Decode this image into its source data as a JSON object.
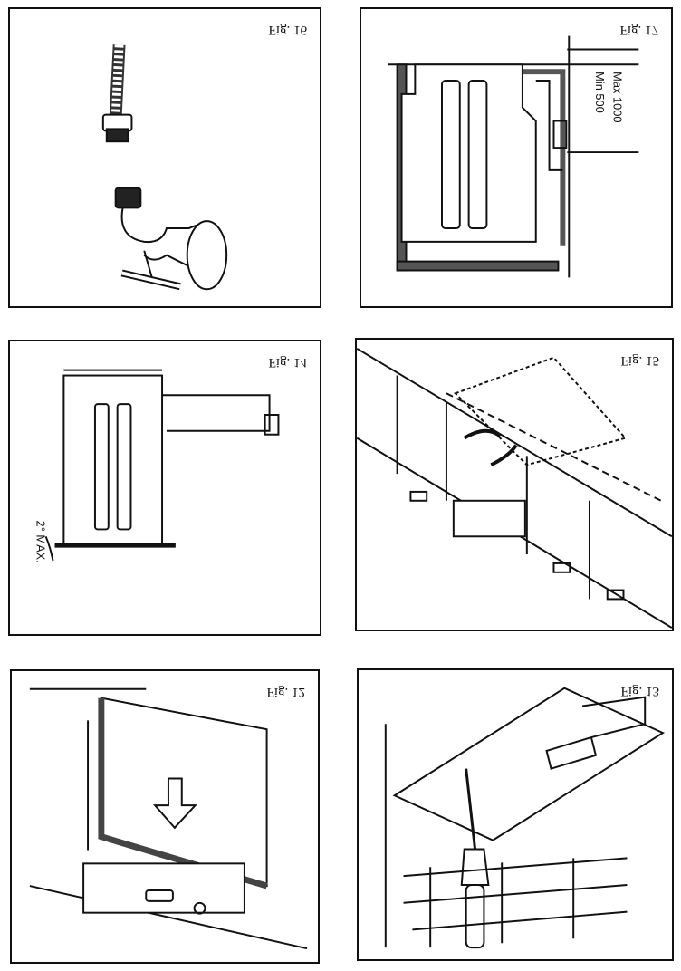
{
  "figures": [
    {
      "caption": "Fig. 16"
    },
    {
      "caption": "Fig. 17",
      "labels": [
        "Min 500",
        "Max 1000"
      ]
    },
    {
      "caption": "Fig. 14",
      "labels": [
        "2° MAX."
      ]
    },
    {
      "caption": "Fig. 15"
    },
    {
      "caption": "Fig. 12"
    },
    {
      "caption": "Fig. 13"
    }
  ]
}
